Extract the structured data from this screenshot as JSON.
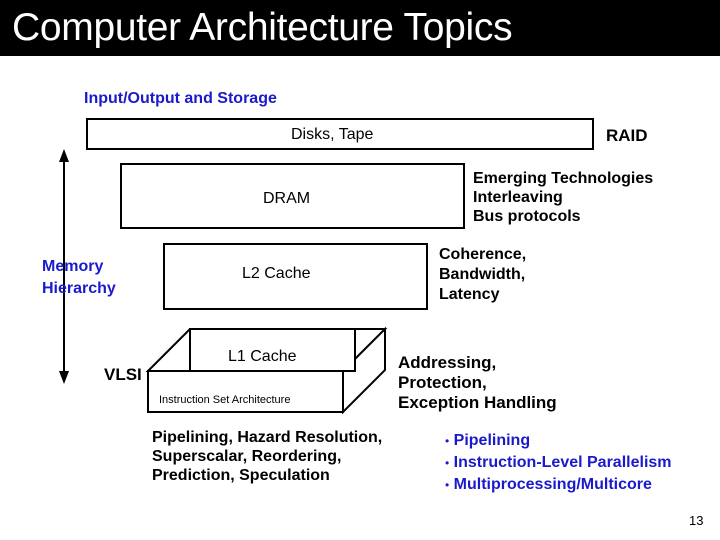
{
  "slide": {
    "title": "Computer Architecture Topics",
    "page_number": "13"
  },
  "hierarchy": {
    "section_label": "Input/Output and Storage",
    "disks": "Disks, Tape",
    "raid": "RAID",
    "dram": "DRAM",
    "l2": "L2 Cache",
    "l1": "L1 Cache",
    "isa": "Instruction Set Architecture",
    "memory_label_1": "Memory",
    "memory_label_2": "Hierarchy",
    "vlsi": "VLSI"
  },
  "notes": {
    "emerging": [
      "Emerging Technologies",
      "Interleaving",
      "Bus protocols"
    ],
    "coherence": [
      "Coherence,",
      "Bandwidth,",
      "Latency"
    ],
    "addressing": [
      "Addressing,",
      "Protection,",
      "Exception Handling"
    ],
    "pipelining": [
      "Pipelining, Hazard Resolution,",
      "Superscalar, Reordering,",
      "Prediction, Speculation"
    ]
  },
  "bullets": {
    "marker": "•",
    "items": [
      "Pipelining",
      "Instruction-Level Parallelism",
      "Multiprocessing/Multicore"
    ],
    "color": "#1a1acc"
  }
}
